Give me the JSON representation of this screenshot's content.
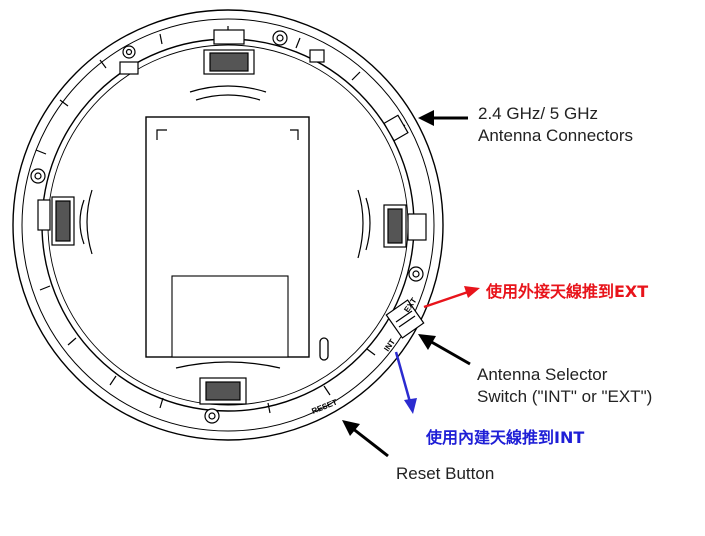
{
  "labels": {
    "antenna_connectors_line1": "2.4 GHz/ 5 GHz",
    "antenna_connectors_line2": "Antenna Connectors",
    "selector_line1": "Antenna Selector",
    "selector_line2": "Switch (\"INT\" or \"EXT\")",
    "reset_button": "Reset Button",
    "ext_note": "使用外接天線推到EXT",
    "int_note": "使用內建天線推到INT",
    "ext_mark": "EXT",
    "int_mark": "INT",
    "reset_mark": "RESET"
  },
  "colors": {
    "ext_note": "#e8141b",
    "int_note": "#1f1fd6",
    "ext_arrow": "#e8141b",
    "int_arrow": "#2b2bd0",
    "line": "#000000"
  }
}
